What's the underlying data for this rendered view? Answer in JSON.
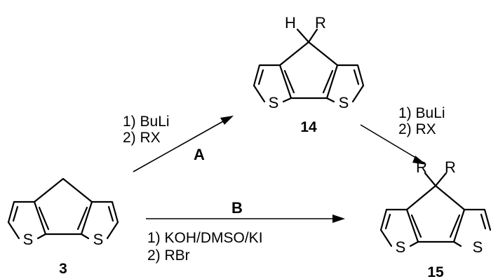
{
  "compounds": {
    "c3": {
      "label": "3",
      "atoms": {
        "s_left": "S",
        "s_right": "S"
      }
    },
    "c14": {
      "label": "14",
      "atoms": {
        "h": "H",
        "r": "R",
        "s_left": "S",
        "s_right": "S"
      }
    },
    "c15": {
      "label": "15",
      "atoms": {
        "r_left": "R",
        "r_right": "R",
        "s_left": "S",
        "s_right": "S"
      }
    }
  },
  "arrows": {
    "route_a": {
      "label": "A",
      "step1": "1) BuLi",
      "step2": "2) RX"
    },
    "route_b": {
      "label": "B",
      "step1": "1) KOH/DMSO/KI",
      "step2": "2) RBr"
    },
    "second_alkyl": {
      "step1": "1) BuLi",
      "step2": "2) RX"
    }
  }
}
